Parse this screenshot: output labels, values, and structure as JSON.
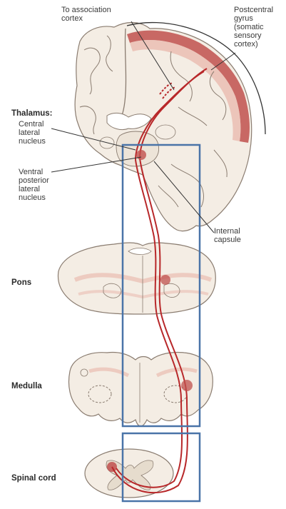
{
  "labels": {
    "association_cortex": "To association\ncortex",
    "postcentral_gyrus": "Postcentral\ngyrus\n(somatic\nsensory\ncortex)",
    "thalamus": "Thalamus:",
    "central_lateral_nucleus": "Central\nlateral\nnucleus",
    "ventral_posterior_lateral_nucleus": "Ventral\nposterior\nlateral\nnucleus",
    "internal_capsule": "Internal\ncapsule",
    "pons": "Pons",
    "medulla": "Medulla",
    "spinal_cord": "Spinal cord"
  },
  "colors": {
    "tissue_fill": "#f4ede4",
    "tissue_outline": "#8a7c70",
    "cortex_red": "#c0504d",
    "cortex_light": "#e8b4a8",
    "pathway_red": "#b8282a",
    "box_blue": "#4a74a8",
    "label_text": "#3a3a3a",
    "leader_line": "#333333"
  }
}
